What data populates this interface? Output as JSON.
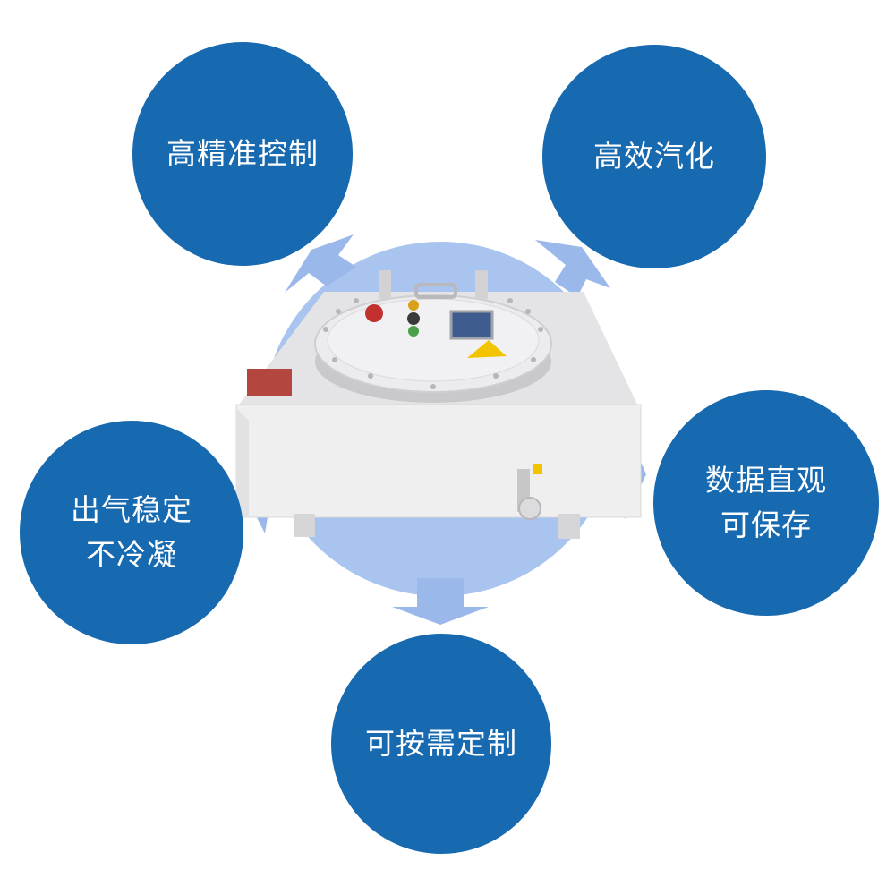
{
  "colors": {
    "feature_circle": "#1769b0",
    "glow_circle": "#a9c4ee",
    "arrow": "#9ab9ea",
    "text": "#ffffff",
    "device_body": "#eeeeef",
    "device_lid": "#e8e8ea",
    "warning_label": "#f2c400",
    "screen": "#3e5c8e",
    "nameplate": "#b3463e"
  },
  "features": [
    {
      "id": "precision",
      "lines": [
        "高精准控制"
      ]
    },
    {
      "id": "vaporize",
      "lines": [
        "高效汽化"
      ]
    },
    {
      "id": "stable",
      "lines": [
        "出气稳定",
        "不冷凝"
      ]
    },
    {
      "id": "data",
      "lines": [
        "数据直观",
        "可保存"
      ]
    },
    {
      "id": "custom",
      "lines": [
        "可按需定制"
      ]
    }
  ],
  "product": {
    "image": "explosion-proof-electric-vaporizer-photo"
  }
}
